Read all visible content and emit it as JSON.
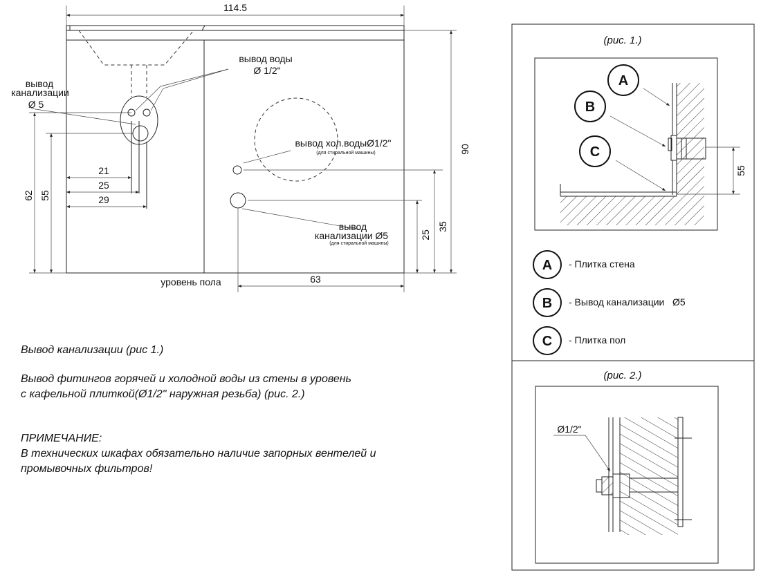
{
  "dimensions": {
    "overall_width": "114.5",
    "height_total": "90",
    "h62": "62",
    "h55": "55",
    "w21": "21",
    "w25": "25",
    "w29": "29",
    "w63": "63",
    "h25": "25",
    "h35": "35"
  },
  "labels": {
    "water_outlet_line1": "вывод воды",
    "water_outlet_line2": "Ø 1/2\"",
    "sewer_line1": "вывод",
    "sewer_line2": "канализации",
    "sewer_line3": "Ø 5",
    "cold_water": "вывод хол.водыØ1/2\"",
    "cold_water_note": "(для стиральной машины)",
    "sewer2_line1": "вывод",
    "sewer2_line2": "канализации Ø5",
    "sewer2_note": "(для стиральной машины)",
    "floor_level": "уровень пола"
  },
  "notes": {
    "line1": "Вывод канализации (рис 1.)",
    "line2": "Вывод фитингов горячей и холодной воды из стены в уровень",
    "line3": "с кафельной плиткой(Ø1/2\" наружная резьба) (рис. 2.)",
    "line4": "ПРИМЕЧАНИЕ:",
    "line5": "В технических шкафах обязательно наличие запорных вентелей и",
    "line6": "промывочных фильтров!"
  },
  "fig1": {
    "title": "(рис. 1.)",
    "dim55": "55",
    "legend": [
      {
        "letter": "A",
        "text": "- Плитка стена"
      },
      {
        "letter": "B",
        "text": "- Вывод канализации   Ø5"
      },
      {
        "letter": "C",
        "text": "- Плитка пол"
      }
    ]
  },
  "fig2": {
    "title": "(рис. 2.)",
    "label": "Ø1/2\""
  }
}
